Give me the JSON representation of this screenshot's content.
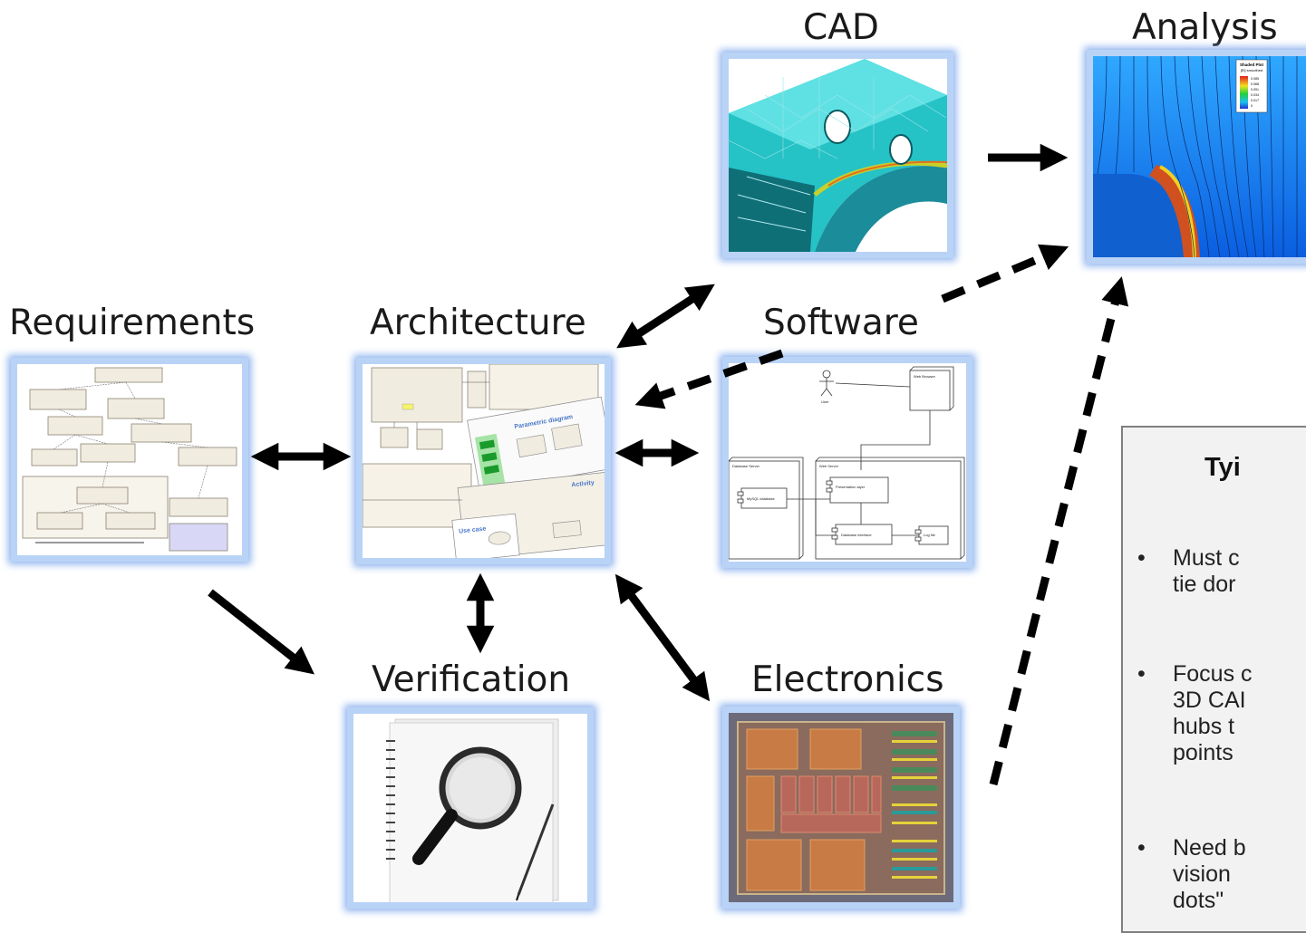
{
  "nodes": {
    "cad": "CAD",
    "analysis": "Analysis",
    "requirements": "Requirements",
    "architecture": "Architecture",
    "software": "Software",
    "verification": "Verification",
    "electronics": "Electronics"
  },
  "analysis_legend": {
    "title": "Shaded Plot",
    "subtitle": "[El] smoothed",
    "values": [
      "0.085",
      "0.068",
      "0.051",
      "0.034",
      "0.017",
      "0"
    ]
  },
  "architecture_thumb": {
    "parametric": "Parametric diagram",
    "activity": "Activity",
    "use_case": "Use case"
  },
  "software_thumb": {
    "user": "User",
    "web_browser": "Web Browser",
    "database_server": "Database Server",
    "web_server": "Web Server",
    "mysql": "MySQL database",
    "presentation": "Presentation layer",
    "db_interface": "Database interface",
    "log_file": "Log file"
  },
  "notes": {
    "title": "Tyi",
    "bullets": [
      {
        "marker": "•",
        "lines": [
          "Must c",
          "tie dor"
        ]
      },
      {
        "marker": "•",
        "lines": [
          "Focus c",
          "3D CAI",
          "hubs t",
          "points"
        ]
      },
      {
        "marker": "•",
        "lines": [
          "Need b",
          "vision",
          "dots\""
        ]
      }
    ]
  }
}
